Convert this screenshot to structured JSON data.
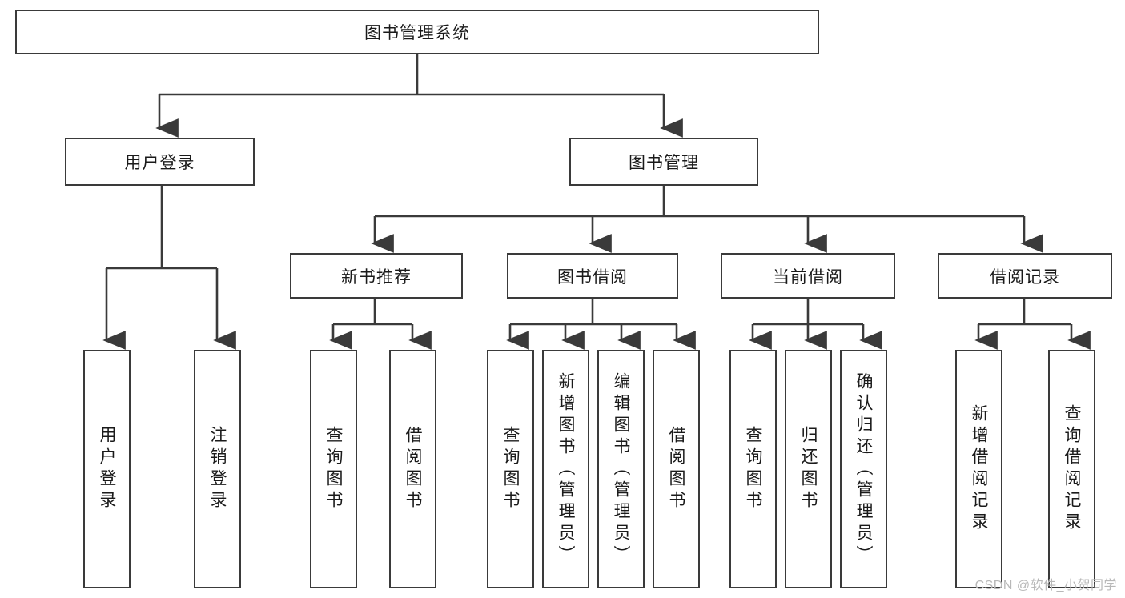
{
  "diagram": {
    "title": "图书管理系统",
    "type": "tree",
    "root": {
      "label": "图书管理系统"
    },
    "level2": [
      {
        "id": "user-login",
        "label": "用户登录"
      },
      {
        "id": "book-management",
        "label": "图书管理"
      }
    ],
    "level3": [
      {
        "id": "new-book-recommend",
        "label": "新书推荐",
        "parent": "book-management"
      },
      {
        "id": "book-borrow",
        "label": "图书借阅",
        "parent": "book-management"
      },
      {
        "id": "current-borrow",
        "label": "当前借阅",
        "parent": "book-management"
      },
      {
        "id": "borrow-record",
        "label": "借阅记录",
        "parent": "book-management"
      }
    ],
    "leaves": [
      {
        "id": "leaf-user-login",
        "label": "用户登录",
        "parent": "user-login"
      },
      {
        "id": "leaf-logout-login",
        "label": "注销登录",
        "parent": "user-login"
      },
      {
        "id": "leaf-query-book-1",
        "label": "查询图书",
        "parent": "new-book-recommend"
      },
      {
        "id": "leaf-borrow-book-1",
        "label": "借阅图书",
        "parent": "new-book-recommend"
      },
      {
        "id": "leaf-query-book-2",
        "label": "查询图书",
        "parent": "book-borrow"
      },
      {
        "id": "leaf-add-book",
        "label": "新增图书（管理员）",
        "parent": "book-borrow"
      },
      {
        "id": "leaf-edit-book",
        "label": "编辑图书（管理员）",
        "parent": "book-borrow"
      },
      {
        "id": "leaf-borrow-book-2",
        "label": "借阅图书",
        "parent": "book-borrow"
      },
      {
        "id": "leaf-query-book-3",
        "label": "查询图书",
        "parent": "current-borrow"
      },
      {
        "id": "leaf-return-book",
        "label": "归还图书",
        "parent": "current-borrow"
      },
      {
        "id": "leaf-confirm-return",
        "label": "确认归还（管理员）",
        "parent": "current-borrow"
      },
      {
        "id": "leaf-add-borrow-record",
        "label": "新增借阅记录",
        "parent": "borrow-record"
      },
      {
        "id": "leaf-query-borrow-record",
        "label": "查询借阅记录",
        "parent": "borrow-record"
      }
    ],
    "colors": {
      "box_border": "#3a3a3a",
      "box_fill": "#ffffff",
      "connector": "#3a3a3a",
      "text": "#1a1a1a",
      "watermark": "#b8b8b8",
      "background": "#ffffff"
    }
  },
  "watermark": {
    "text": "CSDN @软件_小贺同学"
  }
}
